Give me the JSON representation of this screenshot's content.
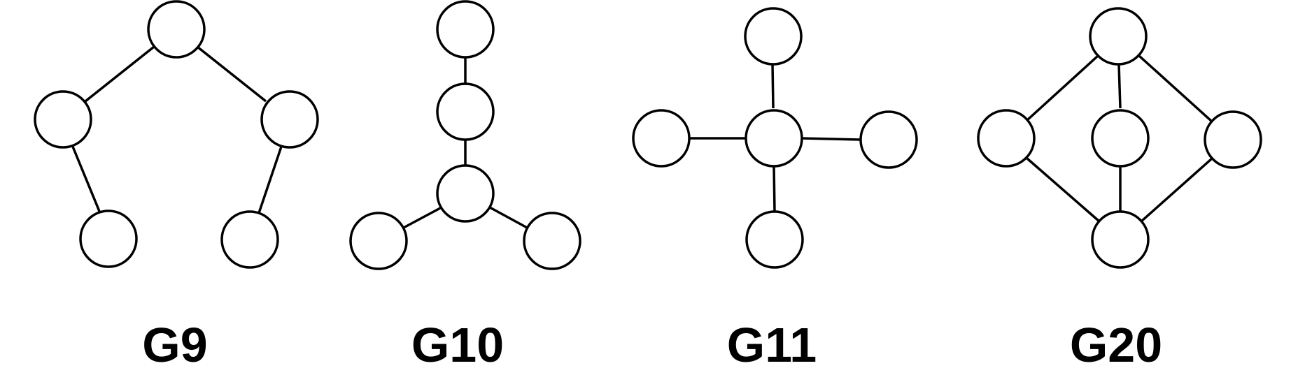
{
  "graphs": [
    {
      "id": "g9",
      "label": "G9",
      "nodes": [
        "n1",
        "n2",
        "n3",
        "n4",
        "n5"
      ],
      "edges": [
        [
          "n1",
          "n2"
        ],
        [
          "n1",
          "n3"
        ],
        [
          "n2",
          "n4"
        ],
        [
          "n3",
          "n5"
        ]
      ]
    },
    {
      "id": "g10",
      "label": "G10",
      "nodes": [
        "n1",
        "n2",
        "n3",
        "n4",
        "n5"
      ],
      "edges": [
        [
          "n1",
          "n2"
        ],
        [
          "n2",
          "n3"
        ],
        [
          "n3",
          "n4"
        ],
        [
          "n3",
          "n5"
        ]
      ]
    },
    {
      "id": "g11",
      "label": "G11",
      "nodes": [
        "n1",
        "n2",
        "n3",
        "n4",
        "n5"
      ],
      "edges": [
        [
          "n1",
          "n3"
        ],
        [
          "n2",
          "n3"
        ],
        [
          "n3",
          "n4"
        ],
        [
          "n3",
          "n5"
        ]
      ]
    },
    {
      "id": "g20",
      "label": "G20",
      "nodes": [
        "n1",
        "n2",
        "n3",
        "n4",
        "n5"
      ],
      "edges": [
        [
          "n1",
          "n2"
        ],
        [
          "n1",
          "n3"
        ],
        [
          "n1",
          "n4"
        ],
        [
          "n2",
          "n5"
        ],
        [
          "n3",
          "n5"
        ],
        [
          "n4",
          "n5"
        ]
      ]
    }
  ]
}
